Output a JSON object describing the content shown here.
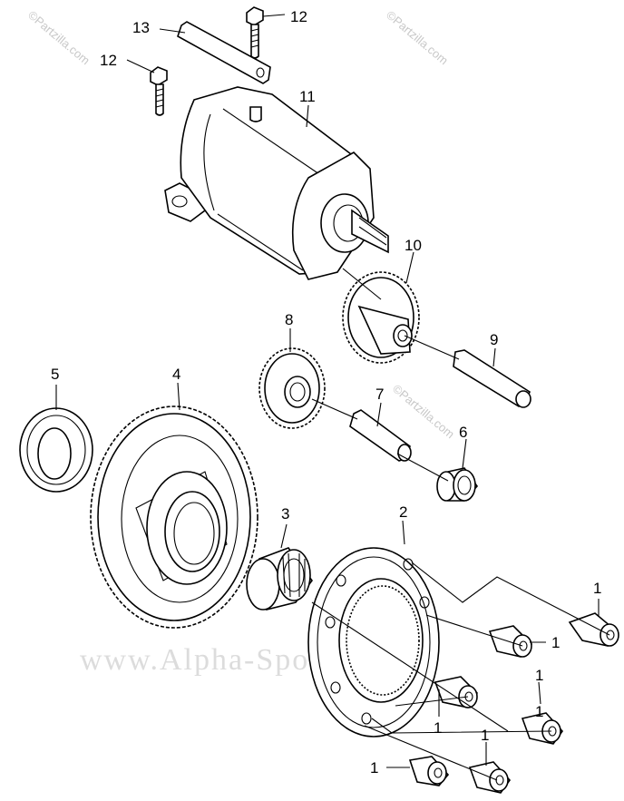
{
  "callouts": {
    "c1a": "1",
    "c1b": "1",
    "c1c": "1",
    "c1d": "1",
    "c1e": "1",
    "c1f": "1",
    "c1g": "1",
    "c2": "2",
    "c3": "3",
    "c4": "4",
    "c5": "5",
    "c6": "6",
    "c7": "7",
    "c8": "8",
    "c9": "9",
    "c10": "10",
    "c11": "11",
    "c12a": "12",
    "c12b": "12",
    "c13": "13"
  },
  "watermarks": {
    "partzilla": "©Partzilla.com",
    "site": "www.Alpha-Sports.com"
  },
  "colors": {
    "ink": "#000000",
    "watermark": "#c8c8c8",
    "background": "#ffffff"
  }
}
